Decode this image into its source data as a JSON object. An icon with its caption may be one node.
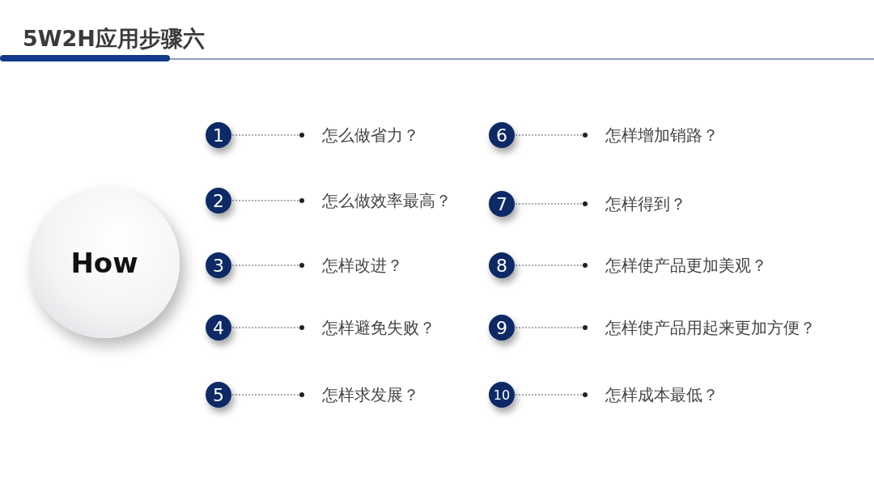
{
  "diagram": {
    "title": "5W2H应用步骤六",
    "nodes": [
      {
        "text": [
          "How"
        ]
      },
      {
        "text": [
          "1"
        ]
      },
      {
        "text": [
          "怎么做省力？"
        ]
      },
      {
        "text": [
          "6"
        ]
      },
      {
        "text": [
          "怎样增加销路？"
        ]
      },
      {
        "text": [
          "2"
        ]
      },
      {
        "text": [
          "怎么做效率最高？"
        ]
      },
      {
        "text": [
          "7"
        ]
      },
      {
        "text": [
          "怎样得到？"
        ]
      },
      {
        "text": [
          "3"
        ]
      },
      {
        "text": [
          "怎样改进？"
        ]
      },
      {
        "text": [
          "8"
        ]
      },
      {
        "text": [
          "怎样使产品更加美观？"
        ]
      },
      {
        "text": [
          "4"
        ]
      },
      {
        "text": [
          "怎样避免失败？"
        ]
      },
      {
        "text": [
          "9"
        ]
      },
      {
        "text": [
          "怎样使产品用起来更加方便？"
        ]
      },
      {
        "text": [
          "5"
        ]
      },
      {
        "text": [
          "怎样求发展？"
        ]
      },
      {
        "text": [
          "10"
        ]
      },
      {
        "text": [
          "怎样成本最低？"
        ]
      }
    ],
    "edges": [
      {
        "from": 1,
        "to": 2,
        "arrow": "other",
        "style": "dashed"
      },
      {
        "from": 3,
        "to": 4,
        "arrow": "other",
        "style": "dashed"
      },
      {
        "from": 5,
        "to": 6,
        "arrow": "other",
        "style": "dashed"
      },
      {
        "from": 7,
        "to": 8,
        "arrow": "other",
        "style": "dashed"
      },
      {
        "from": 9,
        "to": 10,
        "arrow": "other",
        "style": "dashed"
      },
      {
        "from": 11,
        "to": 12,
        "arrow": "other",
        "style": "dashed"
      },
      {
        "from": 13,
        "to": 14,
        "arrow": "other",
        "style": "dashed"
      },
      {
        "from": 15,
        "to": 16,
        "arrow": "other",
        "style": "dashed"
      },
      {
        "from": 17,
        "to": 18,
        "arrow": "other",
        "style": "dashed"
      },
      {
        "from": 19,
        "to": 20,
        "arrow": "other",
        "style": "dashed"
      }
    ]
  }
}
